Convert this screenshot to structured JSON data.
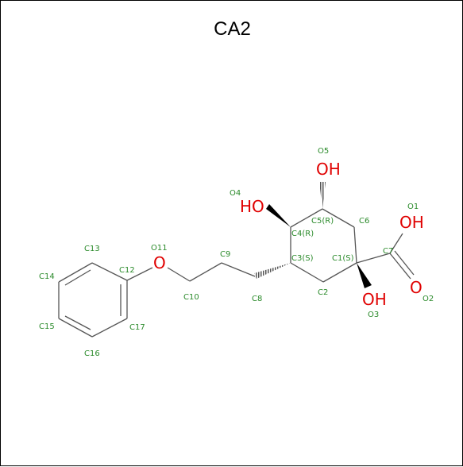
{
  "title": "CA2",
  "colors": {
    "bond": "#555555",
    "atom_label": "#2a8a2a",
    "heteroatom": "#e00000"
  },
  "heteroatoms": {
    "oh_o5": "OH",
    "ho_o4": "HO",
    "oh_o1": "OH",
    "o_o2": "O",
    "oh_o3": "OH",
    "o_o11": "O"
  },
  "atom_labels": {
    "o5": "O5",
    "o4": "O4",
    "o1": "O1",
    "o2": "O2",
    "o3": "O3",
    "c5": "C5(R)",
    "c6": "C6",
    "c4": "C4(R)",
    "c3": "C3(S)",
    "c1": "C1(S)",
    "c7": "C7",
    "c2": "C2",
    "c8": "C8",
    "c9": "C9",
    "c10": "C10",
    "o11": "O11",
    "c12": "C12",
    "c13": "C13",
    "c14": "C14",
    "c15": "C15",
    "c16": "C16",
    "c17": "C17"
  }
}
